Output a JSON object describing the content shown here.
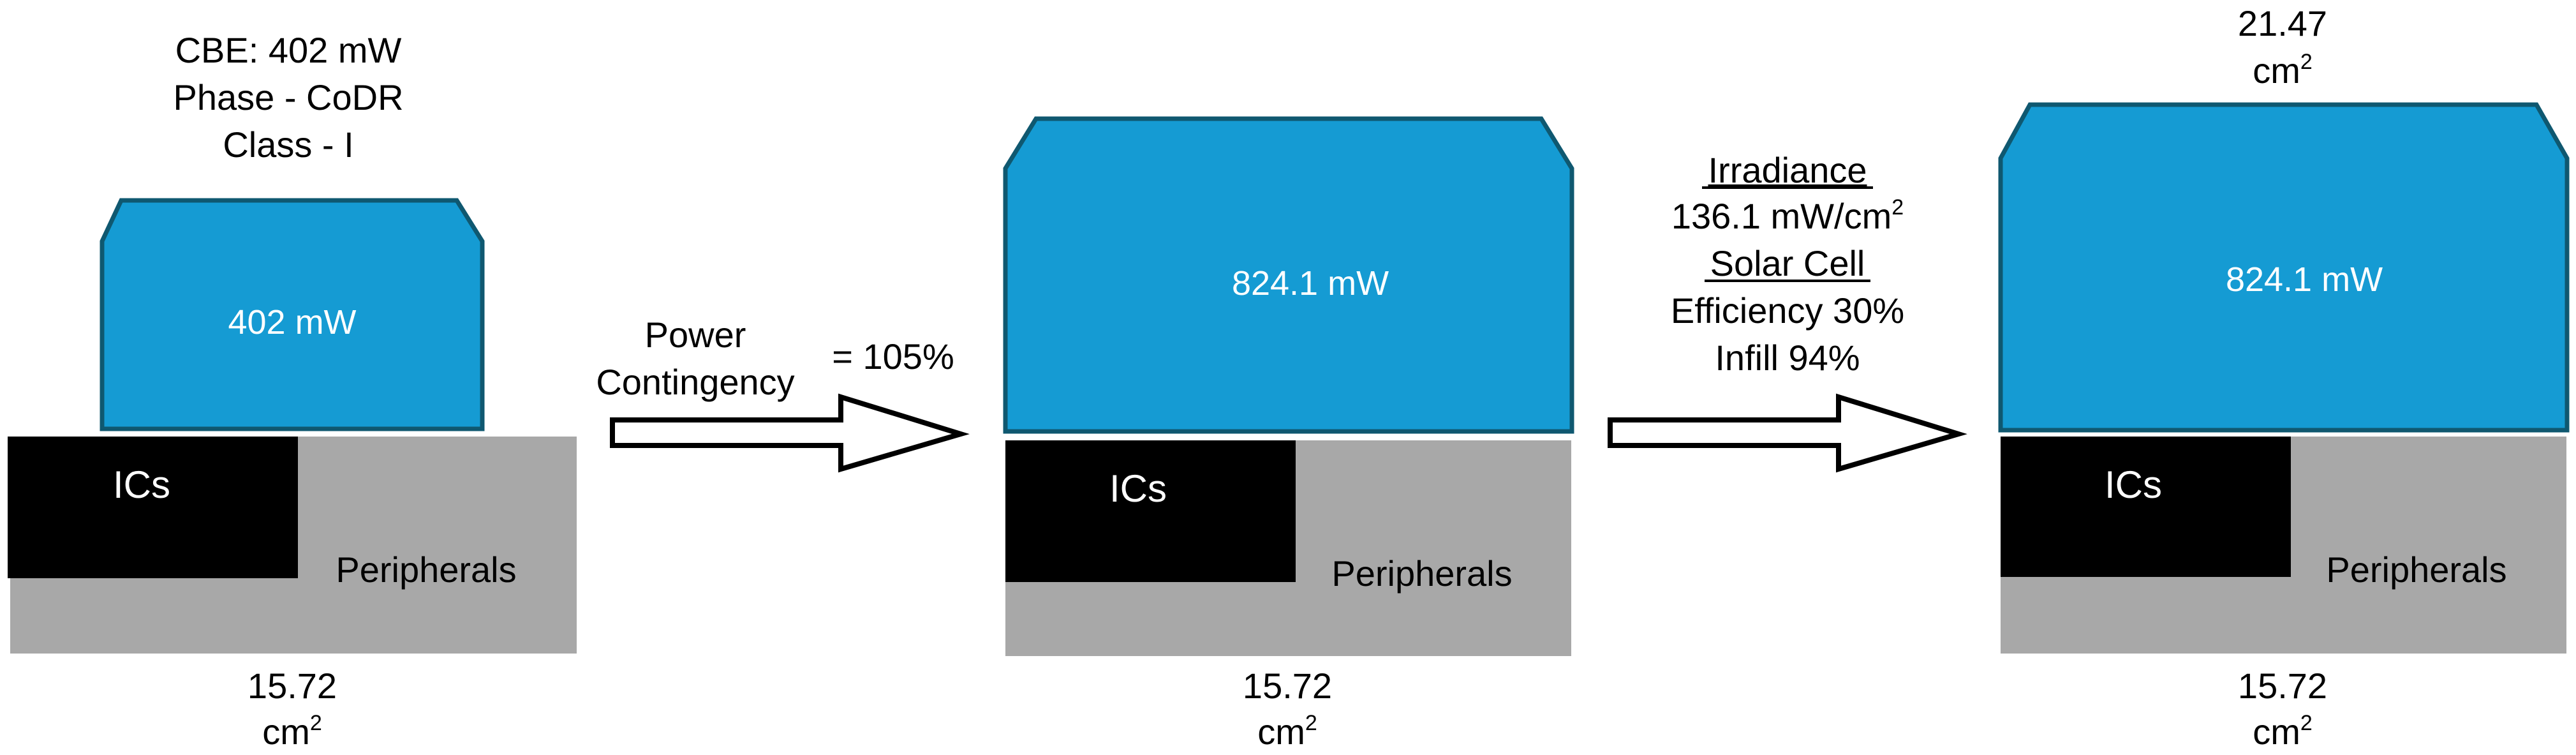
{
  "colors": {
    "payload_fill": "#159bd3",
    "payload_stroke": "#0f5870",
    "ics_fill": "#000000",
    "peripherals_fill": "#a8a8a8",
    "text": "#000000",
    "text_on_dark": "#ffffff"
  },
  "stage1": {
    "cbe_line": "CBE: 402 mW",
    "phase_line": "Phase - CoDR",
    "class_line": "Class - I",
    "power_label": "402 mW",
    "ics_label": "ICs",
    "peripherals_label": "Peripherals",
    "area_value": "15.72",
    "area_unit": "cm",
    "area_exp": "2"
  },
  "arrow1": {
    "line1": "Power",
    "line2": "Contingency",
    "value": "= 105%"
  },
  "stage2": {
    "power_label": "824.1 mW",
    "ics_label": "ICs",
    "peripherals_label": "Peripherals",
    "area_value": "15.72",
    "area_unit": "cm",
    "area_exp": "2"
  },
  "arrow2": {
    "irradiance_heading": "Irradiance",
    "irradiance_value": "136.1 mW/cm",
    "irradiance_exp": "2",
    "solar_heading": "Solar Cell",
    "efficiency": "Efficiency 30%",
    "infill": "Infill 94%"
  },
  "stage3": {
    "top_area_value": "21.47",
    "top_area_unit": "cm",
    "top_area_exp": "2",
    "power_label": "824.1 mW",
    "ics_label": "ICs",
    "peripherals_label": "Peripherals",
    "area_value": "15.72",
    "area_unit": "cm",
    "area_exp": "2"
  }
}
